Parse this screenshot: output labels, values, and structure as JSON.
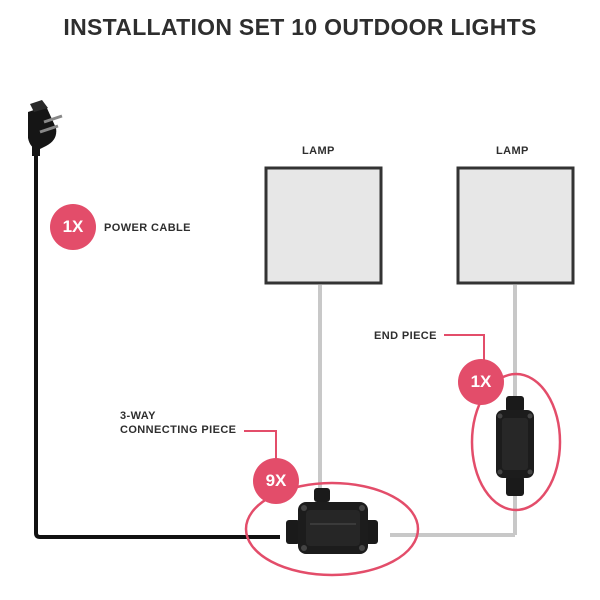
{
  "title": "INSTALLATION SET 10 OUTDOOR LIGHTS",
  "lamp_label_left": "LAMP",
  "lamp_label_right": "LAMP",
  "power_cable": {
    "badge": "1X",
    "label": "POWER CABLE"
  },
  "end_piece": {
    "badge": "1X",
    "label": "END PIECE"
  },
  "connector": {
    "badge": "9X",
    "label_line1": "3-WAY",
    "label_line2": "CONNECTING PIECE"
  },
  "colors": {
    "accent": "#e34d6a",
    "cable_black": "#111111",
    "cable_grey": "#c8c8c8",
    "lamp_fill": "#e7e7e7",
    "lamp_border": "#333333"
  }
}
